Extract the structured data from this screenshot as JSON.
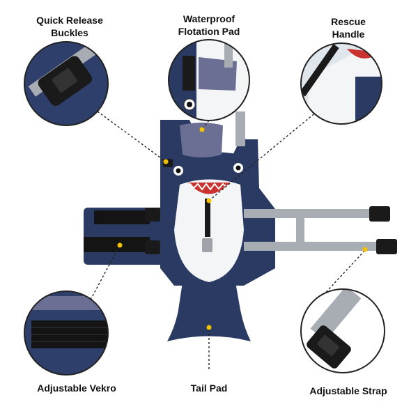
{
  "callouts": {
    "quick_release_buckles": "Quick Release\nBuckles",
    "waterproof_flotation_pad": "Waterproof\nFlotation Pad",
    "rescue_handle": "Rescue\nHandle",
    "adjustable_vekro": "Adjustable Vekro",
    "tail_pad": "Tail Pad",
    "adjustable_strap": "Adjustable Strap"
  },
  "colors": {
    "navy": "#2b3a63",
    "navy_dark": "#1f2b4d",
    "grey_strap": "#a8acb3",
    "white_belly": "#f4f5f7",
    "mouth_red": "#c8322f",
    "leader_dot": "#f2c200",
    "black": "#1a1a1a",
    "pad_purple": "#6b6f93"
  }
}
